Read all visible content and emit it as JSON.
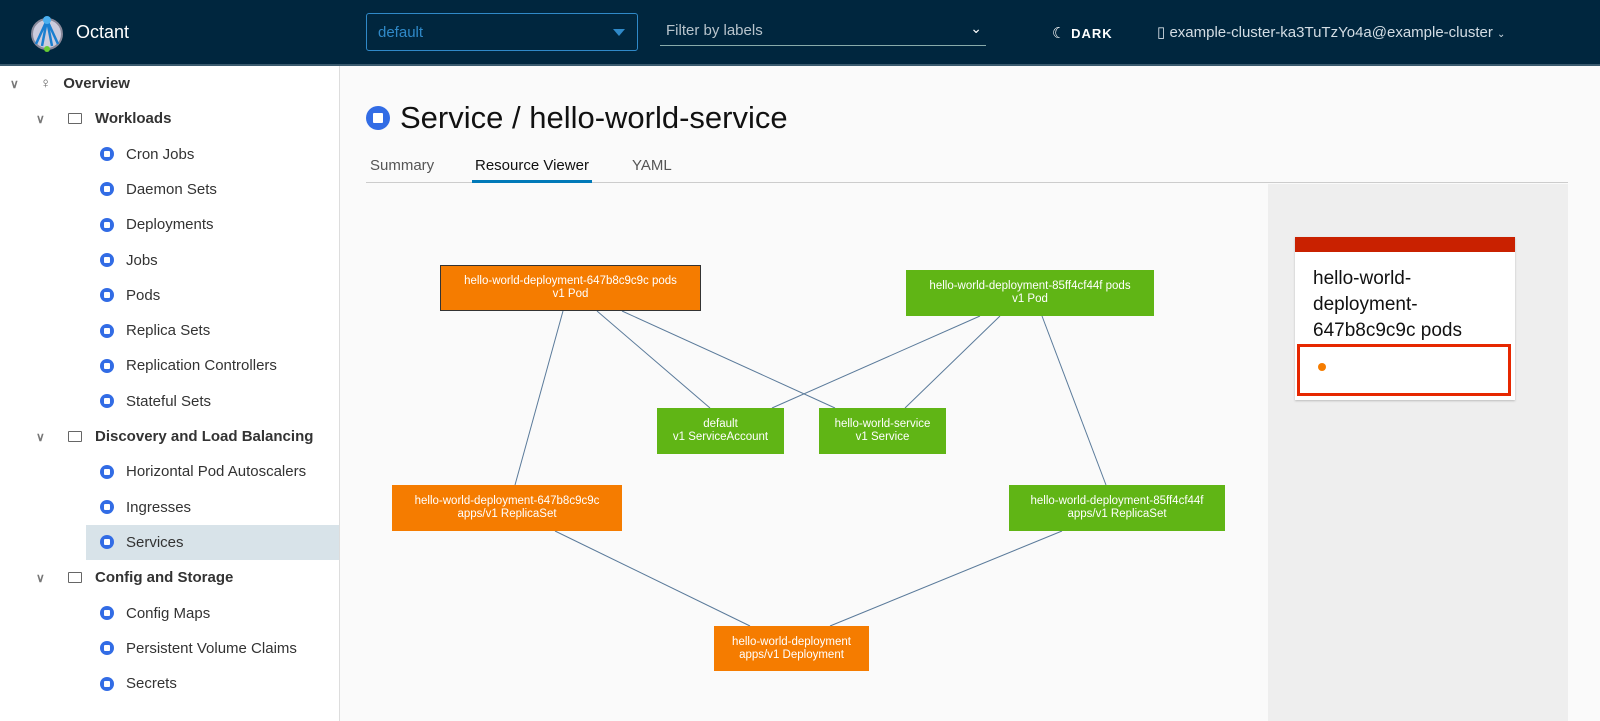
{
  "header": {
    "brand": "Octant",
    "namespace": "default",
    "filter_placeholder": "Filter by labels",
    "theme_label": "DARK",
    "context": "example-cluster-ka3TuTzYo4a@example-cluster"
  },
  "sidebar": {
    "items": [
      {
        "label": "Overview",
        "level": 0
      },
      {
        "label": "Workloads",
        "level": 1
      },
      {
        "label": "Cron Jobs",
        "level": 2
      },
      {
        "label": "Daemon Sets",
        "level": 2
      },
      {
        "label": "Deployments",
        "level": 2
      },
      {
        "label": "Jobs",
        "level": 2
      },
      {
        "label": "Pods",
        "level": 2
      },
      {
        "label": "Replica Sets",
        "level": 2
      },
      {
        "label": "Replication Controllers",
        "level": 2
      },
      {
        "label": "Stateful Sets",
        "level": 2
      },
      {
        "label": "Discovery and Load Balancing",
        "level": 1
      },
      {
        "label": "Horizontal Pod Autoscalers",
        "level": 2
      },
      {
        "label": "Ingresses",
        "level": 2
      },
      {
        "label": "Services",
        "level": 2,
        "active": true
      },
      {
        "label": "Config and Storage",
        "level": 1
      },
      {
        "label": "Config Maps",
        "level": 2
      },
      {
        "label": "Persistent Volume Claims",
        "level": 2
      },
      {
        "label": "Secrets",
        "level": 2
      }
    ]
  },
  "page": {
    "title": "Service / hello-world-service",
    "tabs": [
      "Summary",
      "Resource Viewer",
      "YAML"
    ],
    "active_tab": "Resource Viewer"
  },
  "graph": {
    "nodes": [
      {
        "name": "hello-world-deployment-647b8c9c9c pods",
        "kind": "v1 Pod",
        "status": "warning",
        "color": "#f57c00"
      },
      {
        "name": "hello-world-deployment-85ff4cf44f pods",
        "kind": "v1 Pod",
        "status": "ok",
        "color": "#60b515"
      },
      {
        "name": "default",
        "kind": "v1 ServiceAccount",
        "status": "ok",
        "color": "#60b515"
      },
      {
        "name": "hello-world-service",
        "kind": "v1 Service",
        "status": "ok",
        "color": "#60b515"
      },
      {
        "name": "hello-world-deployment-647b8c9c9c",
        "kind": "apps/v1 ReplicaSet",
        "status": "warning",
        "color": "#f57c00"
      },
      {
        "name": "hello-world-deployment-85ff4cf44f",
        "kind": "apps/v1 ReplicaSet",
        "status": "ok",
        "color": "#60b515"
      },
      {
        "name": "hello-world-deployment",
        "kind": "apps/v1 Deployment",
        "status": "warning",
        "color": "#f57c00"
      }
    ]
  },
  "detail": {
    "title": "hello-world-deployment-647b8c9c9c pods",
    "header_color": "#c92100"
  }
}
